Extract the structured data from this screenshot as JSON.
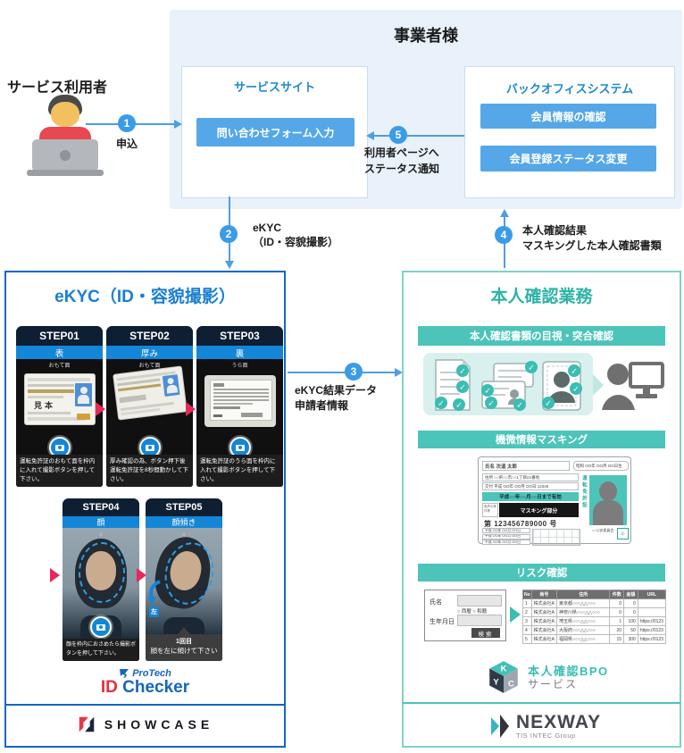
{
  "user": {
    "label": "サービス利用者"
  },
  "flow": {
    "s1": {
      "num": "1",
      "label": "申込"
    },
    "s2": {
      "num": "2",
      "l1": "eKYC",
      "l2": "（ID・容貌撮影）"
    },
    "s3": {
      "num": "3",
      "l1": "eKYC結果データ",
      "l2": "申請者情報"
    },
    "s4": {
      "num": "4",
      "l1": "本人確認結果",
      "l2": "マスキングした本人確認書類"
    },
    "s5": {
      "num": "5",
      "l1": "利用者ページへ",
      "l2": "ステータス通知"
    }
  },
  "business": {
    "title": "事業者様",
    "service_site": {
      "title": "サービスサイト",
      "button": "問い合わせフォーム入力"
    },
    "backoffice": {
      "title": "バックオフィスシステム",
      "button1": "会員情報の確認",
      "button2": "会員登録ステータス変更"
    }
  },
  "ekyc": {
    "title": "eKYC（ID・容貌撮影）",
    "step1": {
      "id": "STEP01",
      "sub": "表",
      "note": "おもて面",
      "sample": "見本",
      "caption": "運転免許証のおもて面を枠内に入れて撮影ボタンを押して下さい。"
    },
    "step2": {
      "id": "STEP02",
      "sub": "厚み",
      "note": "おもて面",
      "caption": "厚み確認の為、ボタン押下後運転免許証を8秒間動かして下さい。"
    },
    "step3": {
      "id": "STEP03",
      "sub": "裏",
      "note": "うら面",
      "caption": "運転免許証のうら面を枠内に入れて撮影ボタンを押して下さい。"
    },
    "step4": {
      "id": "STEP04",
      "sub": "顔",
      "caption": "顔を枠内におさめたら撮影ボタンを押して下さい。"
    },
    "step5": {
      "id": "STEP05",
      "sub": "顔傾き",
      "cap1": "1回目",
      "cap2": "顔を左に傾けて下さい",
      "arrow_label": "左"
    },
    "logo": {
      "protech": "ProTech",
      "id": "ID",
      "checker": "Checker",
      "showcase": "SHOWCASE"
    }
  },
  "kyc": {
    "title": "本人確認業務",
    "sec1": {
      "header": "本人確認書類の目視・突合確認"
    },
    "sec2": {
      "header": "機微情報マスキング",
      "license": {
        "name": "氏名 次道 太郎",
        "birth": "昭和 OO年 OO月 OO日生",
        "addr": "住所 ○○県○○市○○1丁目21番地",
        "issue": "交付 平成 OO年 OO月 OO日  12345",
        "valid": "平成○○年○○月○○日まで有効",
        "cond_label": "免許の条件等",
        "masking": "マスキング部分",
        "number": "第 123456789000 号",
        "row1": "平成 OO年 OO月 OO日",
        "row2": "平成 OO年 OO月 OO日",
        "row3": "平成 OO年 OO月 OO日",
        "vertical": "運転免許証",
        "authority": "○○公安委員会"
      }
    },
    "sec3": {
      "header": "リスク確認",
      "form": {
        "name_label": "氏名",
        "birth_label": "生年月日",
        "radio1": "○ 西暦",
        "radio2": "○ 和暦",
        "search": "検索"
      },
      "table": {
        "headers": [
          "No",
          "商号",
          "住所",
          "件数",
          "金額",
          "URL"
        ],
        "rows": [
          [
            "1",
            "株式会社A",
            "東京都○○○△△○○○",
            "0",
            "0",
            ""
          ],
          [
            "2",
            "株式会社A",
            "神奈川県○○○△△○○○",
            "0",
            "0",
            ""
          ],
          [
            "3",
            "株式会社A",
            "埼玉県○○○△△○○○",
            "1",
            "100",
            "https://0123"
          ],
          [
            "4",
            "株式会社A",
            "大阪府○○○△△○○○",
            "20",
            "50",
            "https://0123"
          ],
          [
            "5",
            "株式会社A",
            "福岡県○○○△△○○○",
            "15",
            "300",
            "https://0123"
          ]
        ]
      }
    },
    "logo": {
      "bpo1": "本人確認BPO",
      "bpo2": "サービス",
      "cube": [
        "K",
        "Y",
        "C"
      ],
      "nexway": "NEXWAY",
      "nexway_sub": "TIS INTEC Group"
    }
  }
}
